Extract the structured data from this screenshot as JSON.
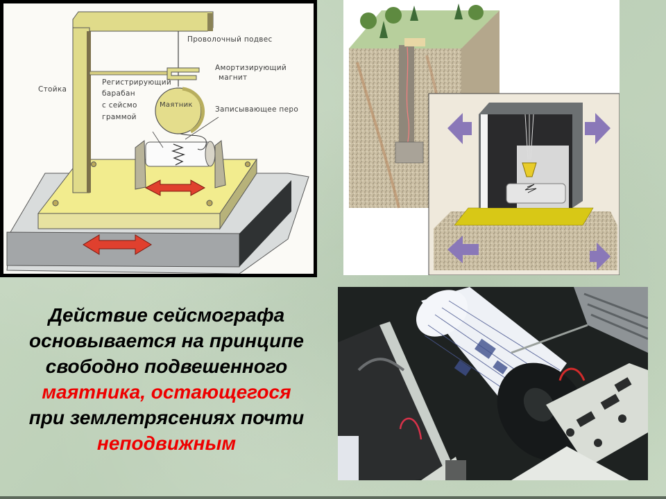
{
  "slide": {
    "background_color": "#c5d6c0",
    "accent_red": "#ee0000"
  },
  "diagram": {
    "labels": {
      "wire_suspension": "Проволочный подвес",
      "damping_magnet_line1": "Амортизирующий",
      "damping_magnet_line2": "магнит",
      "stand": "Стойка",
      "drum_line1": "Регистрирующий",
      "drum_line2": "барабан",
      "drum_line3": "с  сейсмо",
      "drum_line4": "граммой",
      "pendulum": "Маятник",
      "pen": "Записывающее перо"
    }
  },
  "caption": {
    "lines": [
      {
        "text": "Действие сейсмографа",
        "highlight": false
      },
      {
        "text": "основывается на принципе",
        "highlight": false
      },
      {
        "text": "свободно подвешенного",
        "highlight": false
      },
      {
        "text": "маятника, остающегося",
        "highlight": true
      },
      {
        "text": "при землетрясениях почти",
        "highlight": false
      },
      {
        "text": "неподвижным",
        "highlight": true
      }
    ]
  }
}
